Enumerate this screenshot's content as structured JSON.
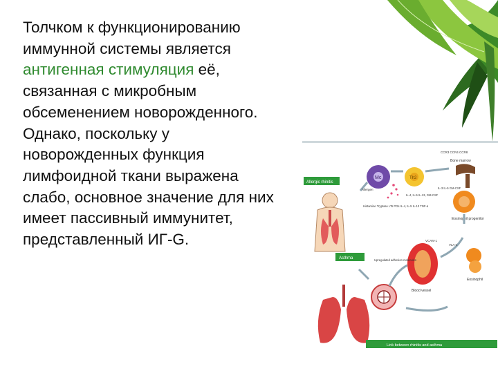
{
  "slide": {
    "paragraph": {
      "part1": "Толчком к функционированию иммунной системы является ",
      "highlight": "антигенная стимуляция",
      "part2": " её, связанная с микробным обсеменением новорожденного. Однако, поскольку у новорожденных функция лимфоидной ткани выражена слабо, основное значение для них имеет пассивный иммунитет, представленный ИГ-G."
    },
    "colors": {
      "highlight": "#2f8a2f",
      "text": "#111111",
      "leaf_dark": "#2d6b1f",
      "leaf_light": "#8cc63f",
      "figure_green": "#2e9b3a"
    },
    "figure": {
      "header_left": "Allergic rhinitis",
      "header_mid": "Asthma",
      "footer": "Link between rhinitis and asthma",
      "mast_cell": "Mc",
      "th2_cell": "Th2",
      "bone_marrow": "Bone marrow",
      "eosinophil_progenitor": "Eosinophil progenitor",
      "eosinophil": "Eosinophil",
      "blood_vessel": "Blood vessel",
      "allergen": "Allergen",
      "chemokines_top": "CCR3 CCR4 CCR8",
      "mediators": "Histamine Tryptase LTs PGs IL-4, IL-5 IL-13 TNF-α",
      "cytokines": "IL-4, IL-5 IL-13, GM-CSF",
      "il_list": "IL-3 IL-5 GM-CSF",
      "vcam": "VCAM-1",
      "vla": "VLA-4",
      "adhesion": "Upregulated adhesion molecules"
    }
  }
}
